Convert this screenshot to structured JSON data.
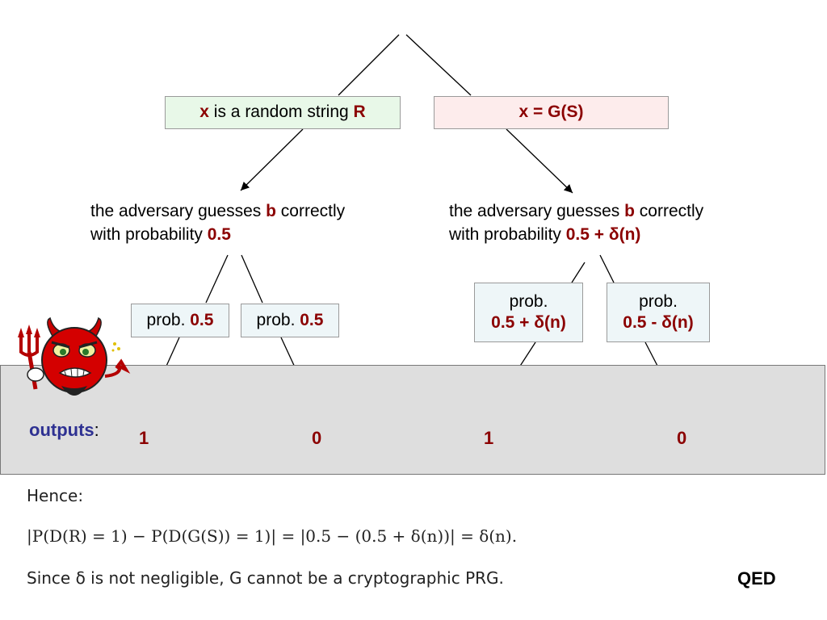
{
  "left_box": {
    "x": "x",
    "middle": " is a random string ",
    "r": "R"
  },
  "right_box": {
    "text": "x = G(S)"
  },
  "left_guess": {
    "line1_pre": "the adversary guesses ",
    "b": "b",
    "line1_post": " correctly",
    "line2_pre": "with probability ",
    "prob": "0.5"
  },
  "right_guess": {
    "line1_pre": "the adversary guesses ",
    "b": "b",
    "line1_post": " correctly",
    "line2_pre": "with probability ",
    "prob": "0.5 + δ(n)"
  },
  "prob_boxes": [
    {
      "prefix": "prob. ",
      "value": "0.5"
    },
    {
      "prefix": "prob. ",
      "value": "0.5"
    },
    {
      "prefix": "prob.",
      "value": "0.5 + δ(n)"
    },
    {
      "prefix": "prob.",
      "value": "0.5 - δ(n)"
    }
  ],
  "outputs_label": "outputs",
  "outputs_colon": ":",
  "outputs": [
    "1",
    "0",
    "1",
    "0"
  ],
  "hence": "Hence:",
  "formula": "|P(D(R) = 1) − P(D(G(S)) = 1)| = |0.5 − (0.5 + δ(n))| = δ(n).",
  "conclusion": "Since δ is not negligible, G cannot be a cryptographic PRG.",
  "qed": "QED",
  "icons": {
    "devil": "devil-icon"
  },
  "colors": {
    "accent_red": "#8b0000",
    "accent_blue": "#2e3192",
    "left_box_bg": "#e8f8e8",
    "right_box_bg": "#fdecec",
    "prob_box_bg": "#eef6f8",
    "band_bg": "#dedede"
  }
}
